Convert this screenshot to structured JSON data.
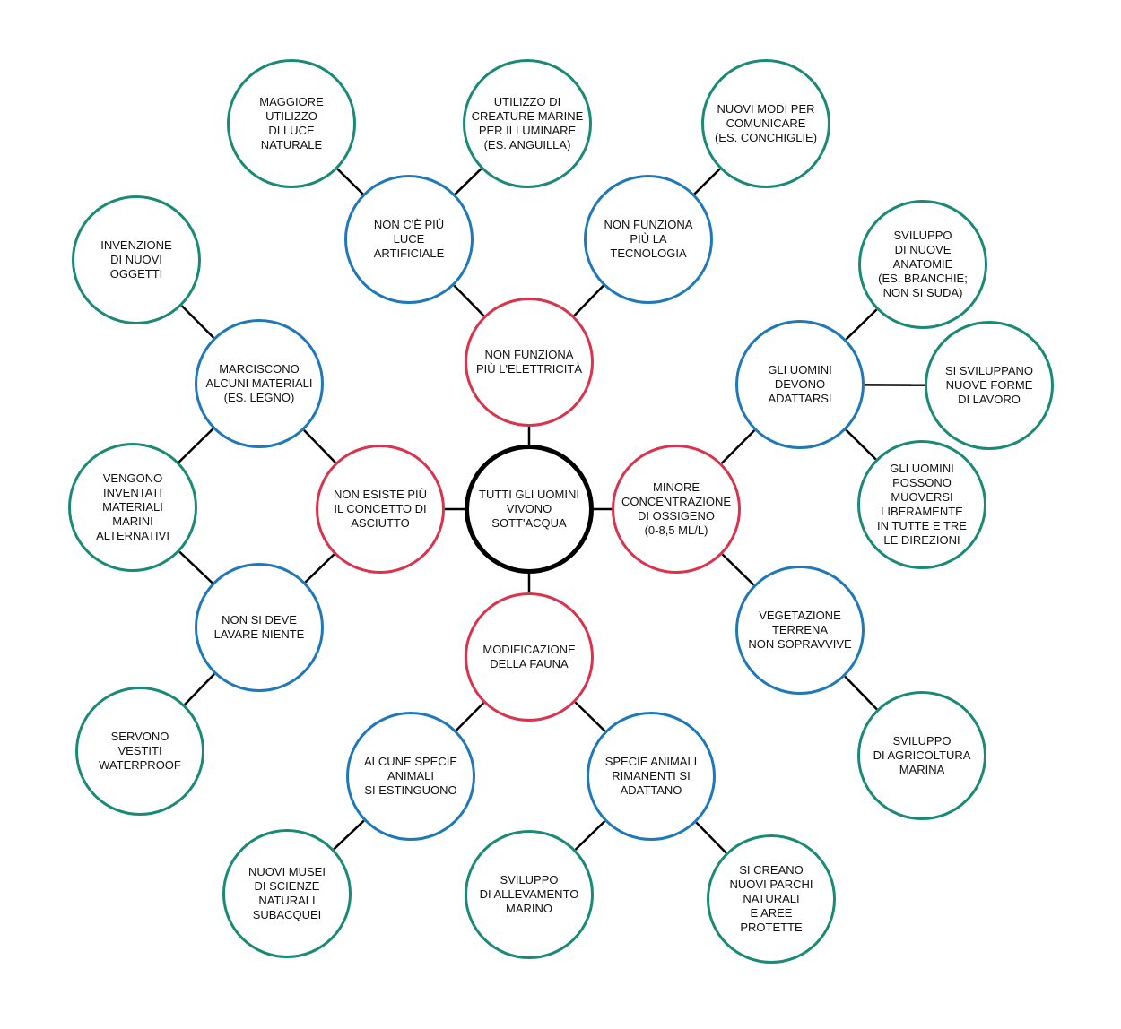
{
  "colors": {
    "center": "#000000",
    "level1": "#d9334d",
    "level2": "#1f78b8",
    "level3": "#1a8a76",
    "connector": "#000000"
  },
  "nodes": {
    "center": "TUTTI GLI UOMINI\nVIVONO\nSOTT'ACQUA",
    "elettricita": "NON FUNZIONA\nPIÙ L'ELETTRICITÀ",
    "asciutto": "NON ESISTE PIÙ\nIL CONCETTO DI\nASCIUTTO",
    "ossigeno": "MINORE\nCONCENTRAZIONE\nDI OSSIGENO\n(0-8,5 ML/L)",
    "fauna": "MODIFICAZIONE\nDELLA FAUNA",
    "luce_artificiale": "NON C'È PIÙ\nLUCE\nARTIFICIALE",
    "tecnologia": "NON FUNZIONA\nPIÙ LA TECNOLOGIA",
    "materiali": "MARCISCONO\nALCUNI MATERIALI\n(ES. LEGNO)",
    "lavare": "NON SI DEVE\nLAVARE NIENTE",
    "adattarsi": "GLI UOMINI\nDEVONO\nADATTARSI",
    "vegetazione": "VEGETAZIONE\nTERRENA\nNON SOPRAVVIVE",
    "estinguono": "ALCUNE SPECIE\nANIMALI\nSI ESTINGUONO",
    "adattano": "SPECIE ANIMALI\nRIMANENTI SI\nADATTANO",
    "luce_naturale": "MAGGIORE\nUTILIZZO\nDI LUCE\nNATURALE",
    "creature_marine": "UTILIZZO DI\nCREATURE MARINE\nPER ILLUMINARE\n(ES. ANGUILLA)",
    "comunicare": "NUOVI MODI PER\nCOMUNICARE\n(ES. CONCHIGLIE)",
    "invenzione": "INVENZIONE\nDI NUOVI\nOGGETTI",
    "materiali_marini": "VENGONO\nINVENTATI\nMATERIALI\nMARINI\nALTERNATIVI",
    "waterproof": "SERVONO\nVESTITI\nWATERPROOF",
    "anatomie": "SVILUPPO\nDI NUOVE\nANATOMIE\n(ES. BRANCHIE;\nNON SI SUDA)",
    "lavoro": "SI SVILUPPANO\nNUOVE FORME\nDI LAVORO",
    "direzioni": "GLI UOMINI\nPOSSONO\nMUOVERSI\nLIBERAMENTE\nIN TUTTE E TRE\nLE DIREZIONI",
    "agricoltura": "SVILUPPO\nDI  AGRICOLTURA\nMARINA",
    "musei": "NUOVI MUSEI\nDI SCIENZE\nNATURALI\nSUBACQUEI",
    "allevamento": "SVILUPPO\nDI ALLEVAMENTO\nMARINO",
    "parchi": "SI CREANO\nNUOVI PARCHI\nNATURALI\nE AREE\nPROTETTE"
  }
}
